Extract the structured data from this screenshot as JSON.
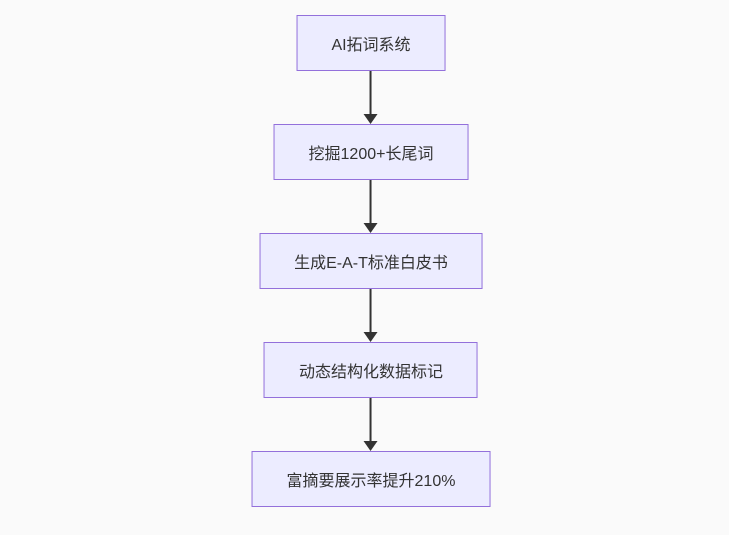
{
  "diagram": {
    "type": "flowchart",
    "direction": "top-to-bottom",
    "nodes": [
      {
        "label": "AI拓词系统"
      },
      {
        "label": "挖掘1200+长尾词"
      },
      {
        "label": "生成E-A-T标准白皮书"
      },
      {
        "label": "动态结构化数据标记"
      },
      {
        "label": "富摘要展示率提升210%"
      }
    ],
    "edges": [
      {
        "from": 0,
        "to": 1
      },
      {
        "from": 1,
        "to": 2
      },
      {
        "from": 2,
        "to": 3
      },
      {
        "from": 3,
        "to": 4
      }
    ],
    "colors": {
      "background": "#fafafa",
      "node_fill": "#ECECFF",
      "node_border": "#9370DB",
      "arrow": "#333333",
      "text": "#333333"
    }
  }
}
